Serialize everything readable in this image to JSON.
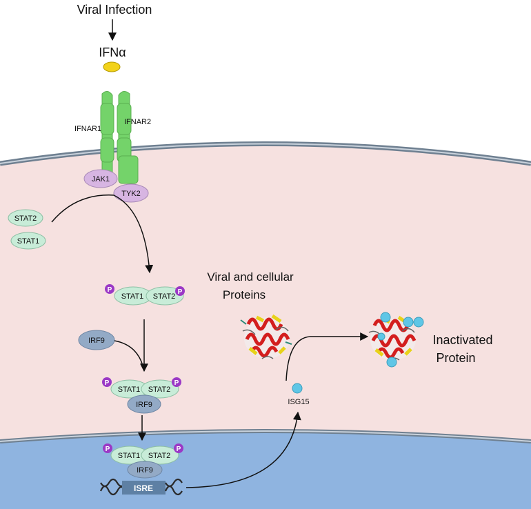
{
  "labels": {
    "viral_infection": "Viral Infection",
    "ifn_alpha": "IFNα",
    "ifnar1": "IFNAR1",
    "ifnar2": "IFNAR2",
    "jak1": "JAK1",
    "tyk2": "TYK2",
    "stat2": "STAT2",
    "stat1": "STAT1",
    "p": "P",
    "irf9": "IRF9",
    "isre": "ISRE",
    "viral_cellular_line1": "Viral and cellular",
    "viral_cellular_line2": "Proteins",
    "inactivated_line1": "Inactivated",
    "inactivated_line2": "Protein",
    "isg15": "ISG15"
  },
  "colors": {
    "cytoplasm": "#f6e1e0",
    "nucleus": "#8fb4e0",
    "membrane": "#7d8e9e",
    "receptor": "#74d36a",
    "ifn": "#f2d21a",
    "kinase": "#d7b5e2",
    "stat": "#c8ecd8",
    "irf9": "#93aac6",
    "phospho": "#9b39c6",
    "isg15": "#5fc6e6",
    "isre": "#5e80a4"
  }
}
